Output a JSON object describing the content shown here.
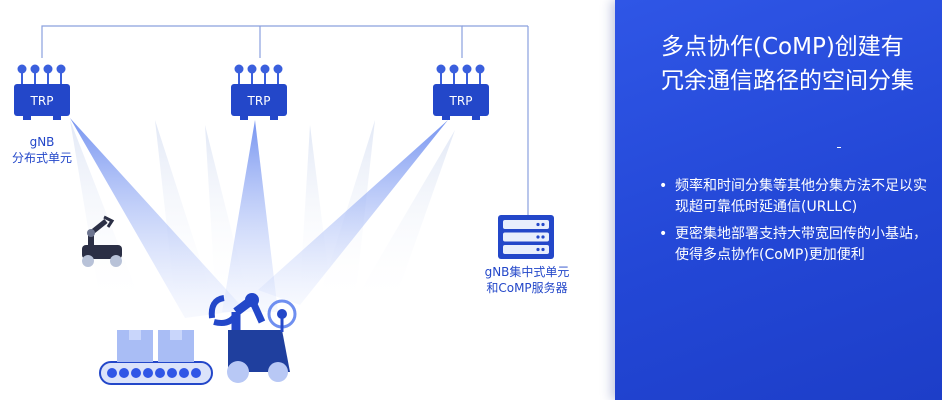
{
  "diagram": {
    "trp_label": "TRP",
    "du_label_line1": "gNB",
    "du_label_line2": "分布式单元",
    "cu_label_line1": "gNB集中式单元",
    "cu_label_line2": "和CoMP服务器"
  },
  "panel": {
    "title": "多点协作(CoMP)创建有冗余通信路径的空间分集",
    "bullets": [
      "频率和时间分集等其他分集方法不足以实现超可靠低时延通信(URLLC)",
      "更密集地部署支持大带宽回传的小基站，使得多点协作(CoMP)更加便利"
    ]
  },
  "colors": {
    "accent_blue": "#2f56e6",
    "beam_blue": "#6f8ff0",
    "icon_navy": "#1f3f9e",
    "light_blue": "#a9bdf5"
  }
}
